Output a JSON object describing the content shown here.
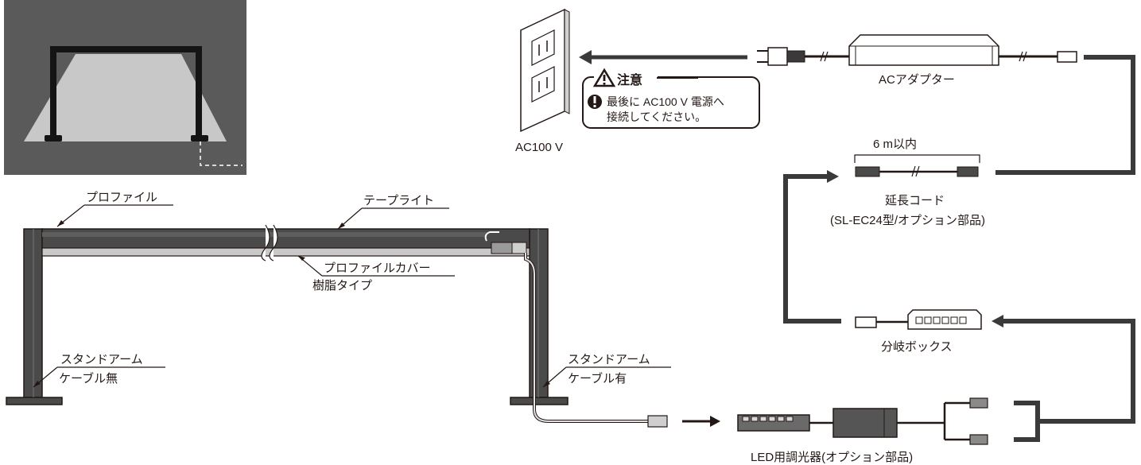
{
  "labels": {
    "profile": "プロファイル",
    "tape_light": "テープライト",
    "profile_cover": "プロファイルカバー",
    "resin_type": "樹脂タイプ",
    "stand_arm_left_1": "スタンドアーム",
    "stand_arm_left_2": "ケーブル無",
    "stand_arm_right_1": "スタンドアーム",
    "stand_arm_right_2": "ケーブル有",
    "outlet": "AC100 V",
    "ac_adapter": "ACアダプター",
    "caution_title": "注意",
    "caution_line1": "最後に AC100 V 電源へ",
    "caution_line2": "接続してください。",
    "length": "6 m以内",
    "extension_cord": "延長コード",
    "extension_cord_model": "(SL-EC24型/オプション部品)",
    "junction_box": "分岐ボックス",
    "dimmer": "LED用調光器(オプション部品)"
  },
  "icons": {
    "warning": "warning-triangle-icon",
    "exclamation": "exclamation-circle-icon"
  },
  "colors": {
    "ink": "#231815",
    "thumbnail_bg": "#5a5a5a",
    "light_cone": "#c8c8c8",
    "profile_dark": "#4a4a4a",
    "cover_light": "#c9c9c9"
  }
}
